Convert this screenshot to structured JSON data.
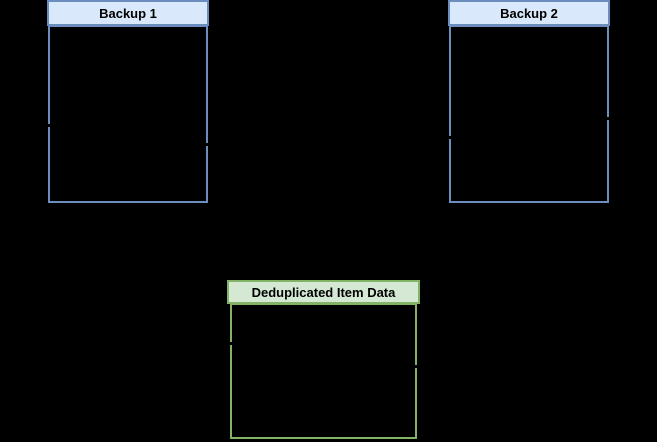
{
  "diagram": {
    "background_color": "#000000",
    "connector_color": "#000000",
    "nodes": [
      {
        "title": "Backup 1",
        "fill_color": "#dae8fc",
        "stroke_color": "#6c8ebf",
        "body_content": ""
      },
      {
        "title": "Backup 2",
        "fill_color": "#dae8fc",
        "stroke_color": "#6c8ebf",
        "body_content": ""
      },
      {
        "title": "Deduplicated Item Data",
        "fill_color": "#d5e8d4",
        "stroke_color": "#82b366",
        "body_content": ""
      }
    ]
  }
}
